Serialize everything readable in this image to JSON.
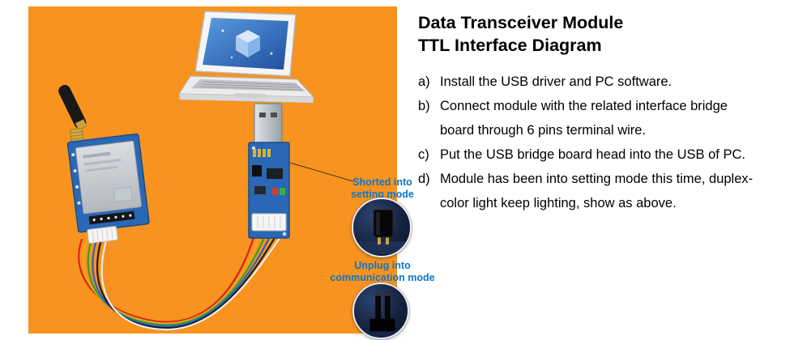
{
  "colors": {
    "panel-orange": "#F7931E",
    "label-blue": "#0B76CC",
    "pcb-blue": "#2A67B4"
  },
  "illustration": {
    "parts": [
      "laptop-icon",
      "rf-module-with-antenna-icon",
      "usb-bridge-board-icon",
      "six-pin-terminal-wire-icon",
      "setting-jumper-icon"
    ]
  },
  "callouts": [
    {
      "line1": "Shorted into",
      "line2": "setting mode"
    },
    {
      "line1": "Unplug into",
      "line2": "communication mode"
    }
  ],
  "instructions": {
    "title_line1": "Data Transceiver Module",
    "title_line2": "TTL Interface Diagram",
    "items": [
      {
        "prefix": "a)",
        "lines": [
          "Install the USB driver and PC software."
        ]
      },
      {
        "prefix": "b)",
        "lines": [
          "Connect module with the related interface bridge",
          "board through 6 pins terminal wire."
        ]
      },
      {
        "prefix": "c)",
        "lines": [
          "Put the USB bridge board head into the USB of PC."
        ]
      },
      {
        "prefix": "d)",
        "lines": [
          "Module has been into setting mode this time, duplex-",
          "color light keep lighting, show as above."
        ]
      }
    ]
  }
}
